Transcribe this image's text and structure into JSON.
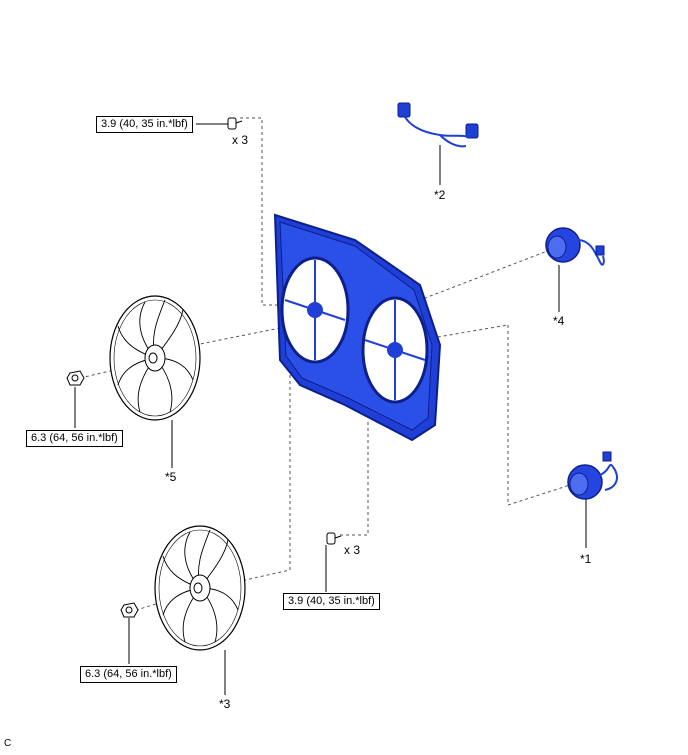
{
  "torque_specs": {
    "top_bolt": "3.9 (40, 35 in.*lbf)",
    "left_nut": "6.3 (64, 56 in.*lbf)",
    "middle_bolt": "3.9 (40, 35 in.*lbf)",
    "bottom_nut": "6.3 (64, 56 in.*lbf)"
  },
  "quantities": {
    "top_bolt": "x 3",
    "middle_bolt": "x 3"
  },
  "callouts": {
    "wire_harness": "*2",
    "motor_upper": "*4",
    "motor_lower": "*1",
    "fan_upper": "*5",
    "fan_lower": "*3"
  },
  "corner_code": "C",
  "colors": {
    "shroud": "#1f3fd6",
    "shroud_dark": "#0c1f8a",
    "motor": "#2645e0",
    "line": "#000000"
  }
}
